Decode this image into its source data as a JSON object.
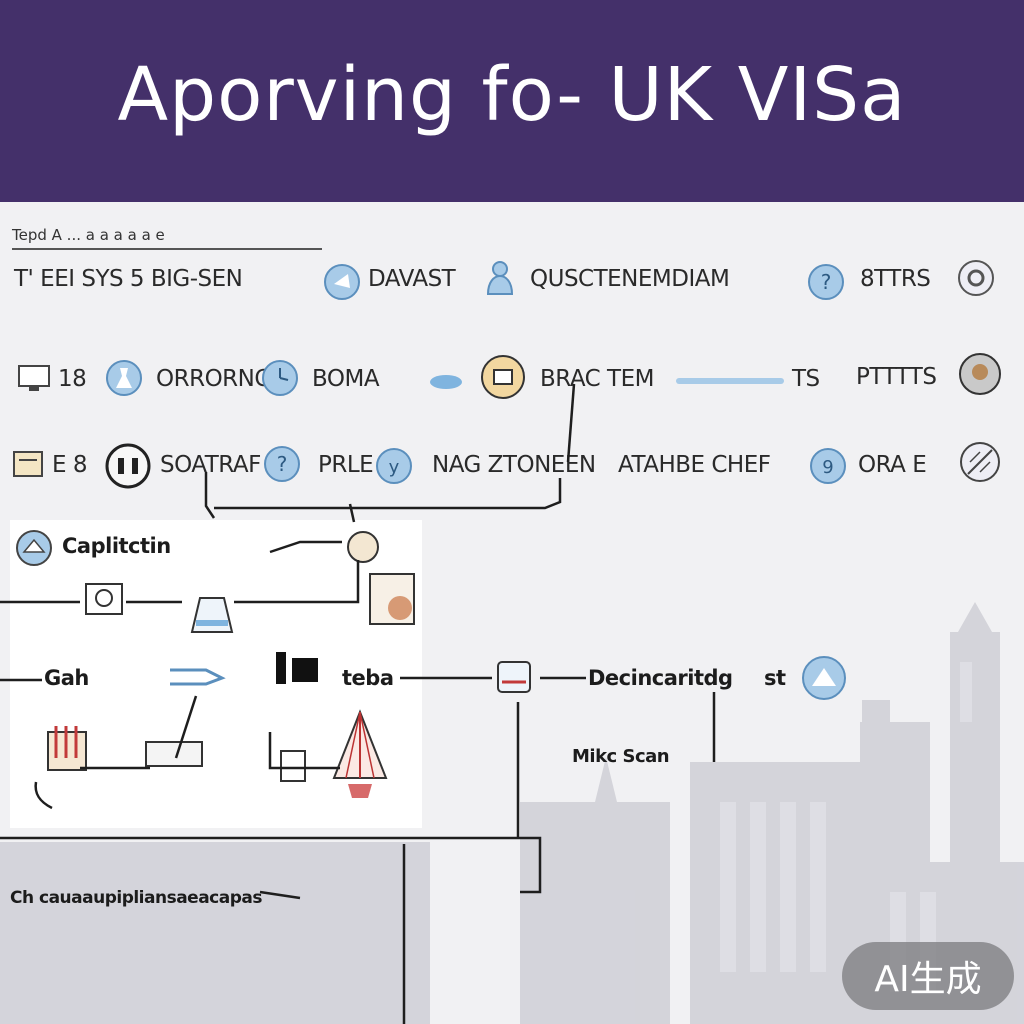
{
  "header": {
    "title": "Aporving fo- UK VISa"
  },
  "intro": {
    "subheading": "Tepd A ... a a a a a e"
  },
  "rows": {
    "row1": [
      "T' EEI SYS 5 BIG-SEN",
      "DAVAST",
      "QUSCTENEMDIAM",
      "8TTRS"
    ],
    "row2": [
      "18",
      "ORRORNG",
      "BOMA",
      "BRAC TEM",
      "TS",
      "PTTTTS"
    ],
    "row3": [
      "E 8",
      "SOATRAF",
      "PRLE",
      "NAG ZTONEEN",
      "ATAHBE CHEF",
      "ORA E"
    ]
  },
  "lower": {
    "panel_title": "Caplitctin",
    "gah": "Gah",
    "teba": "teba",
    "documents": "Decincaritdg",
    "st": "st",
    "make_scan": "Mikc Scan",
    "footer_label": "Ch cauaaupipliansaeacapas"
  },
  "badge": {
    "text": "AI生成"
  },
  "colors": {
    "header": "#44306a",
    "accent_blue": "#6fa9d6"
  },
  "icons": [
    "balloon-icon",
    "person-icon",
    "question-icon",
    "gear-icon",
    "monitor-icon",
    "lab-icon",
    "clock-icon",
    "face-icon",
    "support-icon",
    "head-icon",
    "doc-icon",
    "search-icon",
    "basket-icon",
    "crossed-icon"
  ]
}
